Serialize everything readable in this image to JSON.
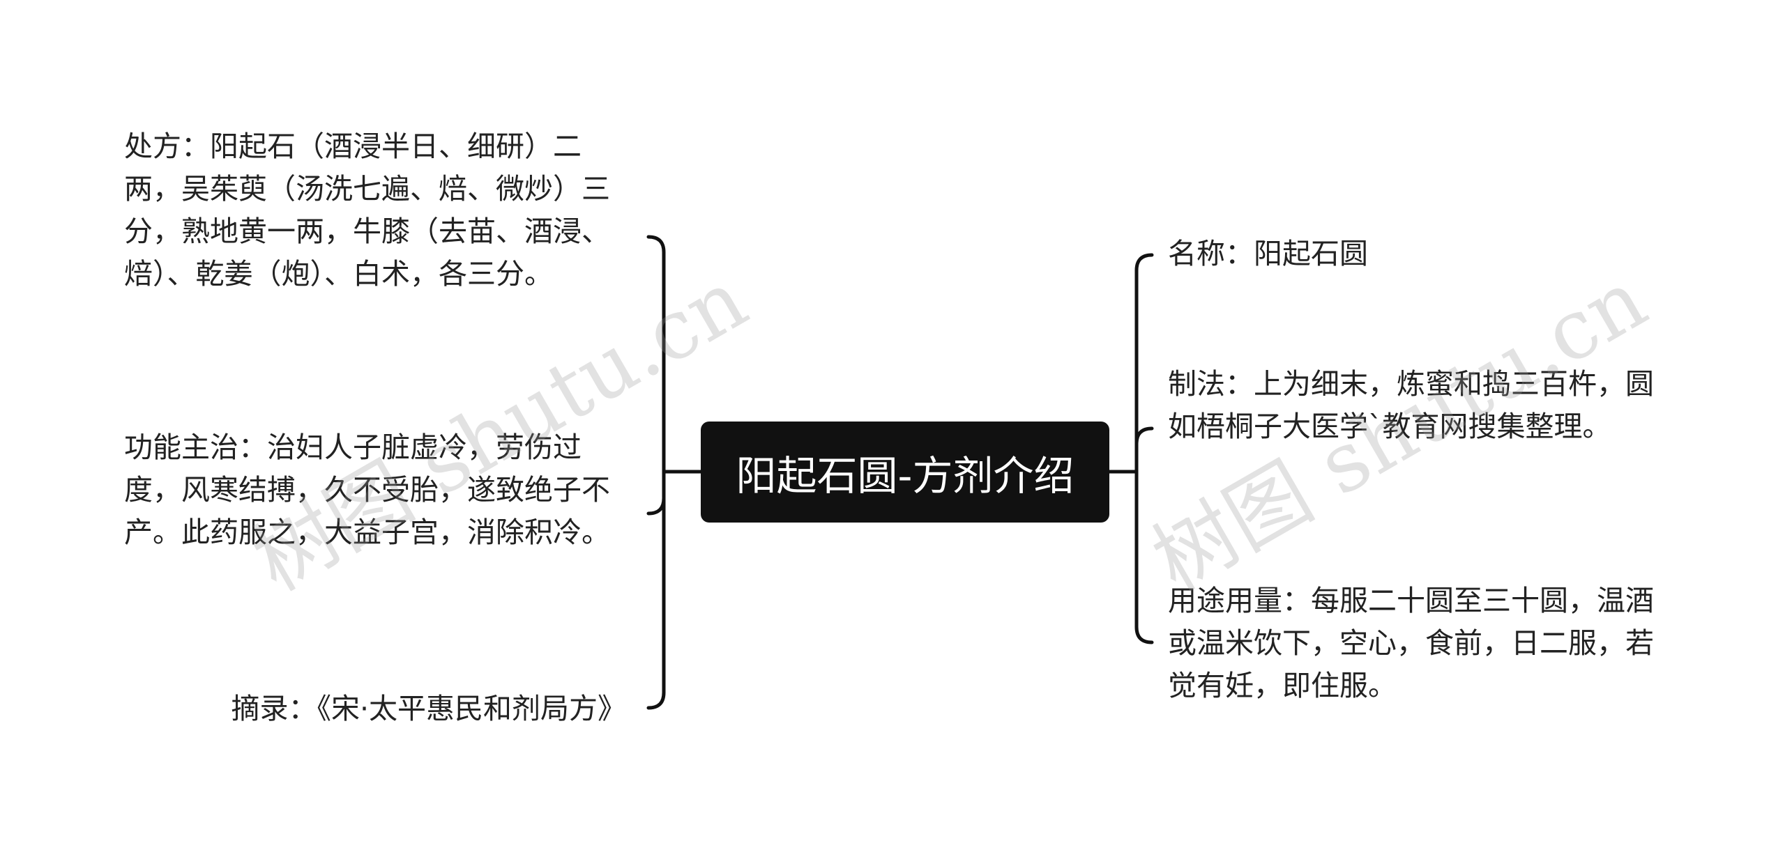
{
  "central": {
    "title": "阳起石圆-方剂介绍"
  },
  "left_branches": [
    {
      "text": "处方：阳起石（酒浸半日、细研）二两，吴茱萸（汤洗七遍、焙、微炒）三分，熟地黄一两，牛膝（去苗、酒浸、焙）、乾姜（炮）、白术，各三分。"
    },
    {
      "text": "功能主治：治妇人子脏虚冷，劳伤过度，风寒结搏，久不受胎，遂致绝子不产。此药服之，大益子宫，消除积冷。"
    },
    {
      "text": "摘录：《宋·太平惠民和剂局方》"
    }
  ],
  "right_branches": [
    {
      "text": "名称：阳起石圆"
    },
    {
      "text": "制法：上为细末，炼蜜和捣三百杵，圆如梧桐子大医学`教育网搜集整理。"
    },
    {
      "text": "用途用量：每服二十圆至三十圆，温酒或温米饮下，空心，食前，日二服，若觉有妊，即住服。"
    }
  ],
  "watermark": {
    "text": "树图 shutu.cn"
  },
  "colors": {
    "central_bg": "#111111",
    "central_text": "#ffffff",
    "line": "#111111",
    "text": "#222222",
    "watermark": "#969696"
  }
}
